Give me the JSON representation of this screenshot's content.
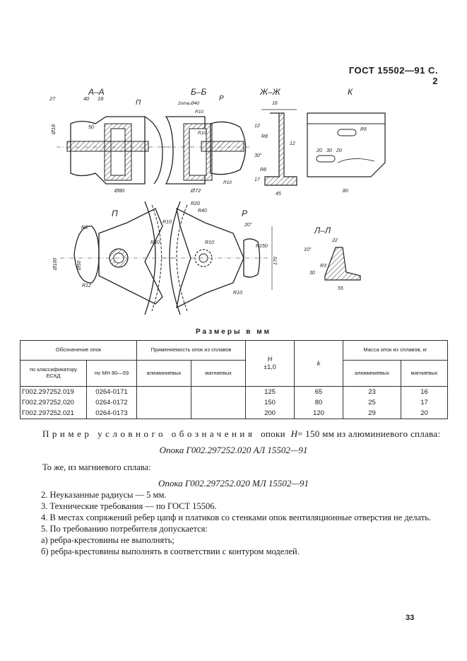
{
  "header": {
    "doc_ref": "ГОСТ 15502—91 С. 2"
  },
  "drawing": {
    "section_aa": "А–А",
    "section_bb": "Б–Б",
    "section_zhzh": "Ж–Ж",
    "section_ll": "Л–Л",
    "view_p_left": "П",
    "view_p_right": "Р",
    "view_k": "К",
    "dims_aa": [
      "27",
      "40",
      "18",
      "Ø18",
      "Ø80",
      "50"
    ],
    "dims_bb": [
      "2отв.Ø40",
      "R10",
      "R10",
      "Ø72",
      "R10"
    ],
    "dims_zhzh": [
      "16",
      "12",
      "12",
      "R8",
      "R8",
      "30°",
      "45",
      "17"
    ],
    "dims_k": [
      "R5",
      "20",
      "30",
      "20",
      "80"
    ],
    "dims_pr": [
      "R8",
      "Ø100",
      "Ø50",
      "R12",
      "R20",
      "R40",
      "R40",
      "R10",
      "R10",
      "R10",
      "R150",
      "170",
      "20°"
    ],
    "dims_ll": [
      "10°",
      "22",
      "R3",
      "55",
      "30"
    ]
  },
  "table": {
    "title": "Размеры в мм",
    "head": {
      "designation": "Обозначение опок",
      "applicability": "Применяемость опок из сплавов",
      "h": "H",
      "h_tol": "±1,0",
      "k": "k",
      "mass": "Масса опок из сплавов, кг",
      "by_eskd": "по классификатору ЕСКД",
      "by_mn": "по МН 80—59",
      "aluminum": "алюминиевых",
      "magnesium": "магниевых"
    },
    "rows": [
      {
        "eskd": "Г002.297252.019",
        "mn": "0264-0171",
        "app_al": "",
        "app_mg": "",
        "h": "125",
        "k": "65",
        "mass_al": "23",
        "mass_mg": "16"
      },
      {
        "eskd": "Г002.297252.020",
        "mn": "0264-0172",
        "app_al": "",
        "app_mg": "",
        "h": "150",
        "k": "80",
        "mass_al": "25",
        "mass_mg": "17"
      },
      {
        "eskd": "Г002.297252.021",
        "mn": "0264-0173",
        "app_al": "",
        "app_mg": "",
        "h": "200",
        "k": "120",
        "mass_al": "29",
        "mass_mg": "20"
      }
    ]
  },
  "example": {
    "lead": "Пример условного обозначения",
    "var": "H",
    "tail": "= 150 мм из алюминиевого сплава:",
    "mid": "опоки",
    "designation_al": "Опока Г002.297252.020 АЛ 15502—91",
    "same_mg": "То же, из магниевого сплава:",
    "designation_mg": "Опока Г002.297252.020 МЛ 15502—91"
  },
  "notes": [
    "2. Неуказанные радиусы — 5 мм.",
    "3. Технические требования — по ГОСТ 15506.",
    "4. В местах сопряжений ребер цапф и платиков со стенками опок вентиляционные отверстия не делать.",
    "5. По требованию потребителя допускается:",
    "а) ребра-крестовины не выполнять;",
    "б) ребра-крестовины выполнять в соответствии с контуром моделей."
  ],
  "page_number": "33"
}
